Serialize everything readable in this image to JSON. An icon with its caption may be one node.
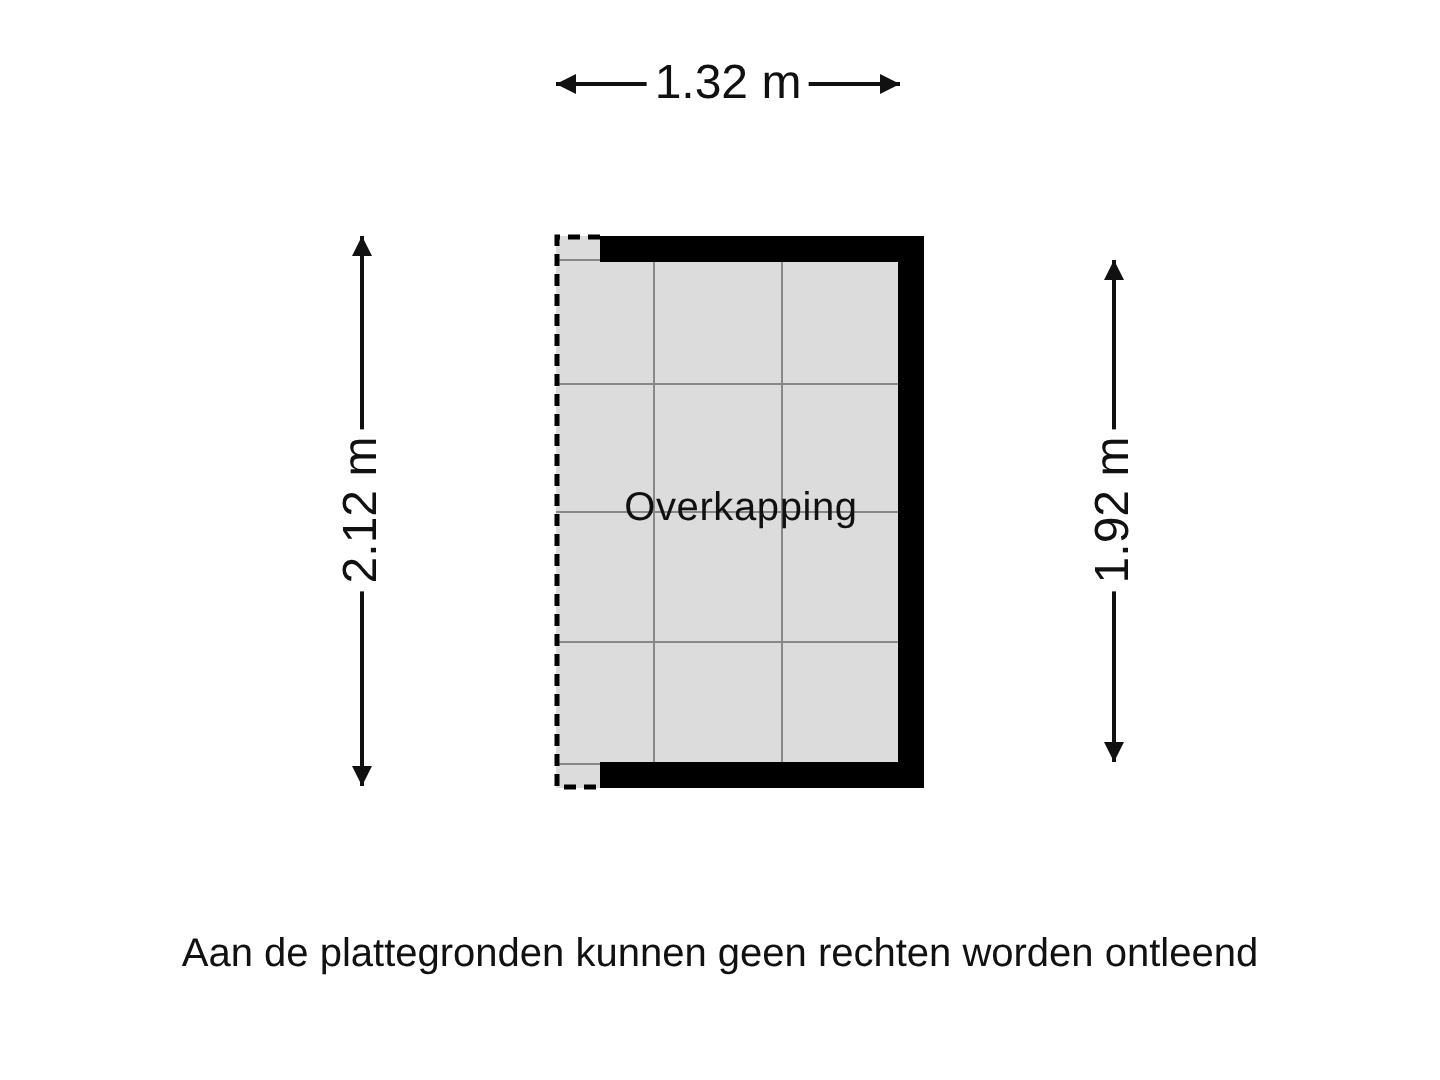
{
  "diagram": {
    "caption": "Aan de plattegronden kunnen geen rechten worden ontleend",
    "nodes": [
      {
        "text": [
          "Overkapping"
        ]
      }
    ],
    "edges": [],
    "labels": [
      "1.32 m",
      "2.12 m",
      "1.92 m"
    ]
  }
}
